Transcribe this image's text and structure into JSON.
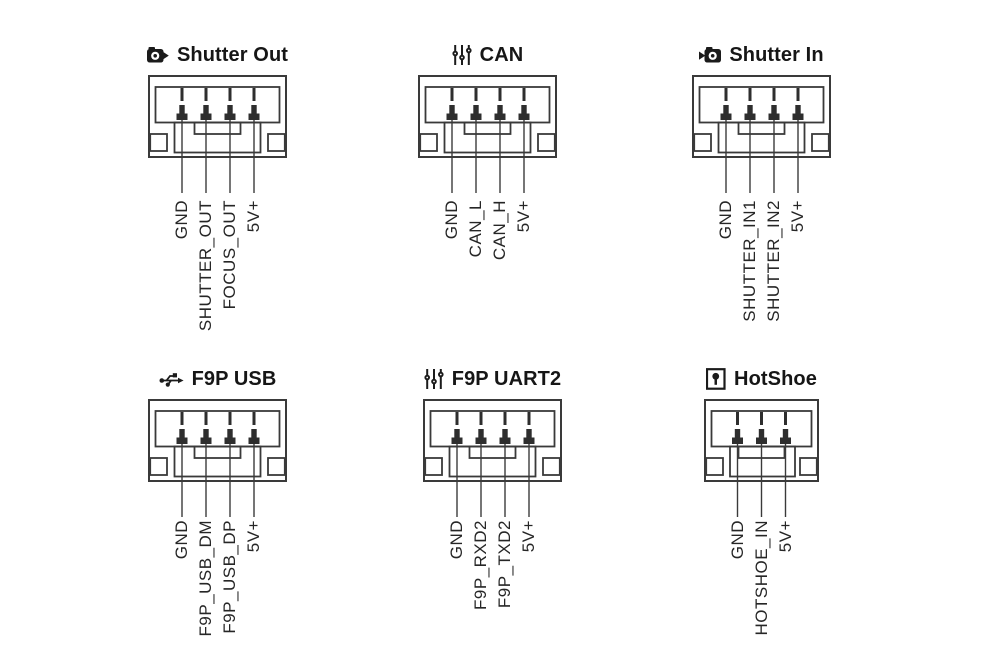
{
  "colors": {
    "ink": "#262626",
    "stroke": "#3a3a3a",
    "pin_fill": "#2e2e2e",
    "background": "#ffffff"
  },
  "connectors": [
    {
      "id": "shutter-out",
      "title": "Shutter Out",
      "icon": "camera-arrow-out-icon",
      "pins": [
        "GND",
        "SHUTTER_OUT",
        "FOCUS_OUT",
        "5V+"
      ]
    },
    {
      "id": "can",
      "title": "CAN",
      "icon": "sliders-icon",
      "pins": [
        "GND",
        "CAN_L",
        "CAN_H",
        "5V+"
      ]
    },
    {
      "id": "shutter-in",
      "title": "Shutter In",
      "icon": "camera-arrow-in-icon",
      "pins": [
        "GND",
        "SHUTTER_IN1",
        "SHUTTER_IN2",
        "5V+"
      ]
    },
    {
      "id": "f9p-usb",
      "title": "F9P USB",
      "icon": "usb-icon",
      "pins": [
        "GND",
        "F9P_USB_DM",
        "F9P_USB_DP",
        "5V+"
      ]
    },
    {
      "id": "f9p-uart2",
      "title": "F9P UART2",
      "icon": "sliders-icon",
      "pins": [
        "GND",
        "F9P_RXD2",
        "F9P_TXD2",
        "5V+"
      ]
    },
    {
      "id": "hotshoe",
      "title": "HotShoe",
      "icon": "hotshoe-icon",
      "pins": [
        "GND",
        "HOTSHOE_IN",
        "5V+"
      ]
    }
  ]
}
